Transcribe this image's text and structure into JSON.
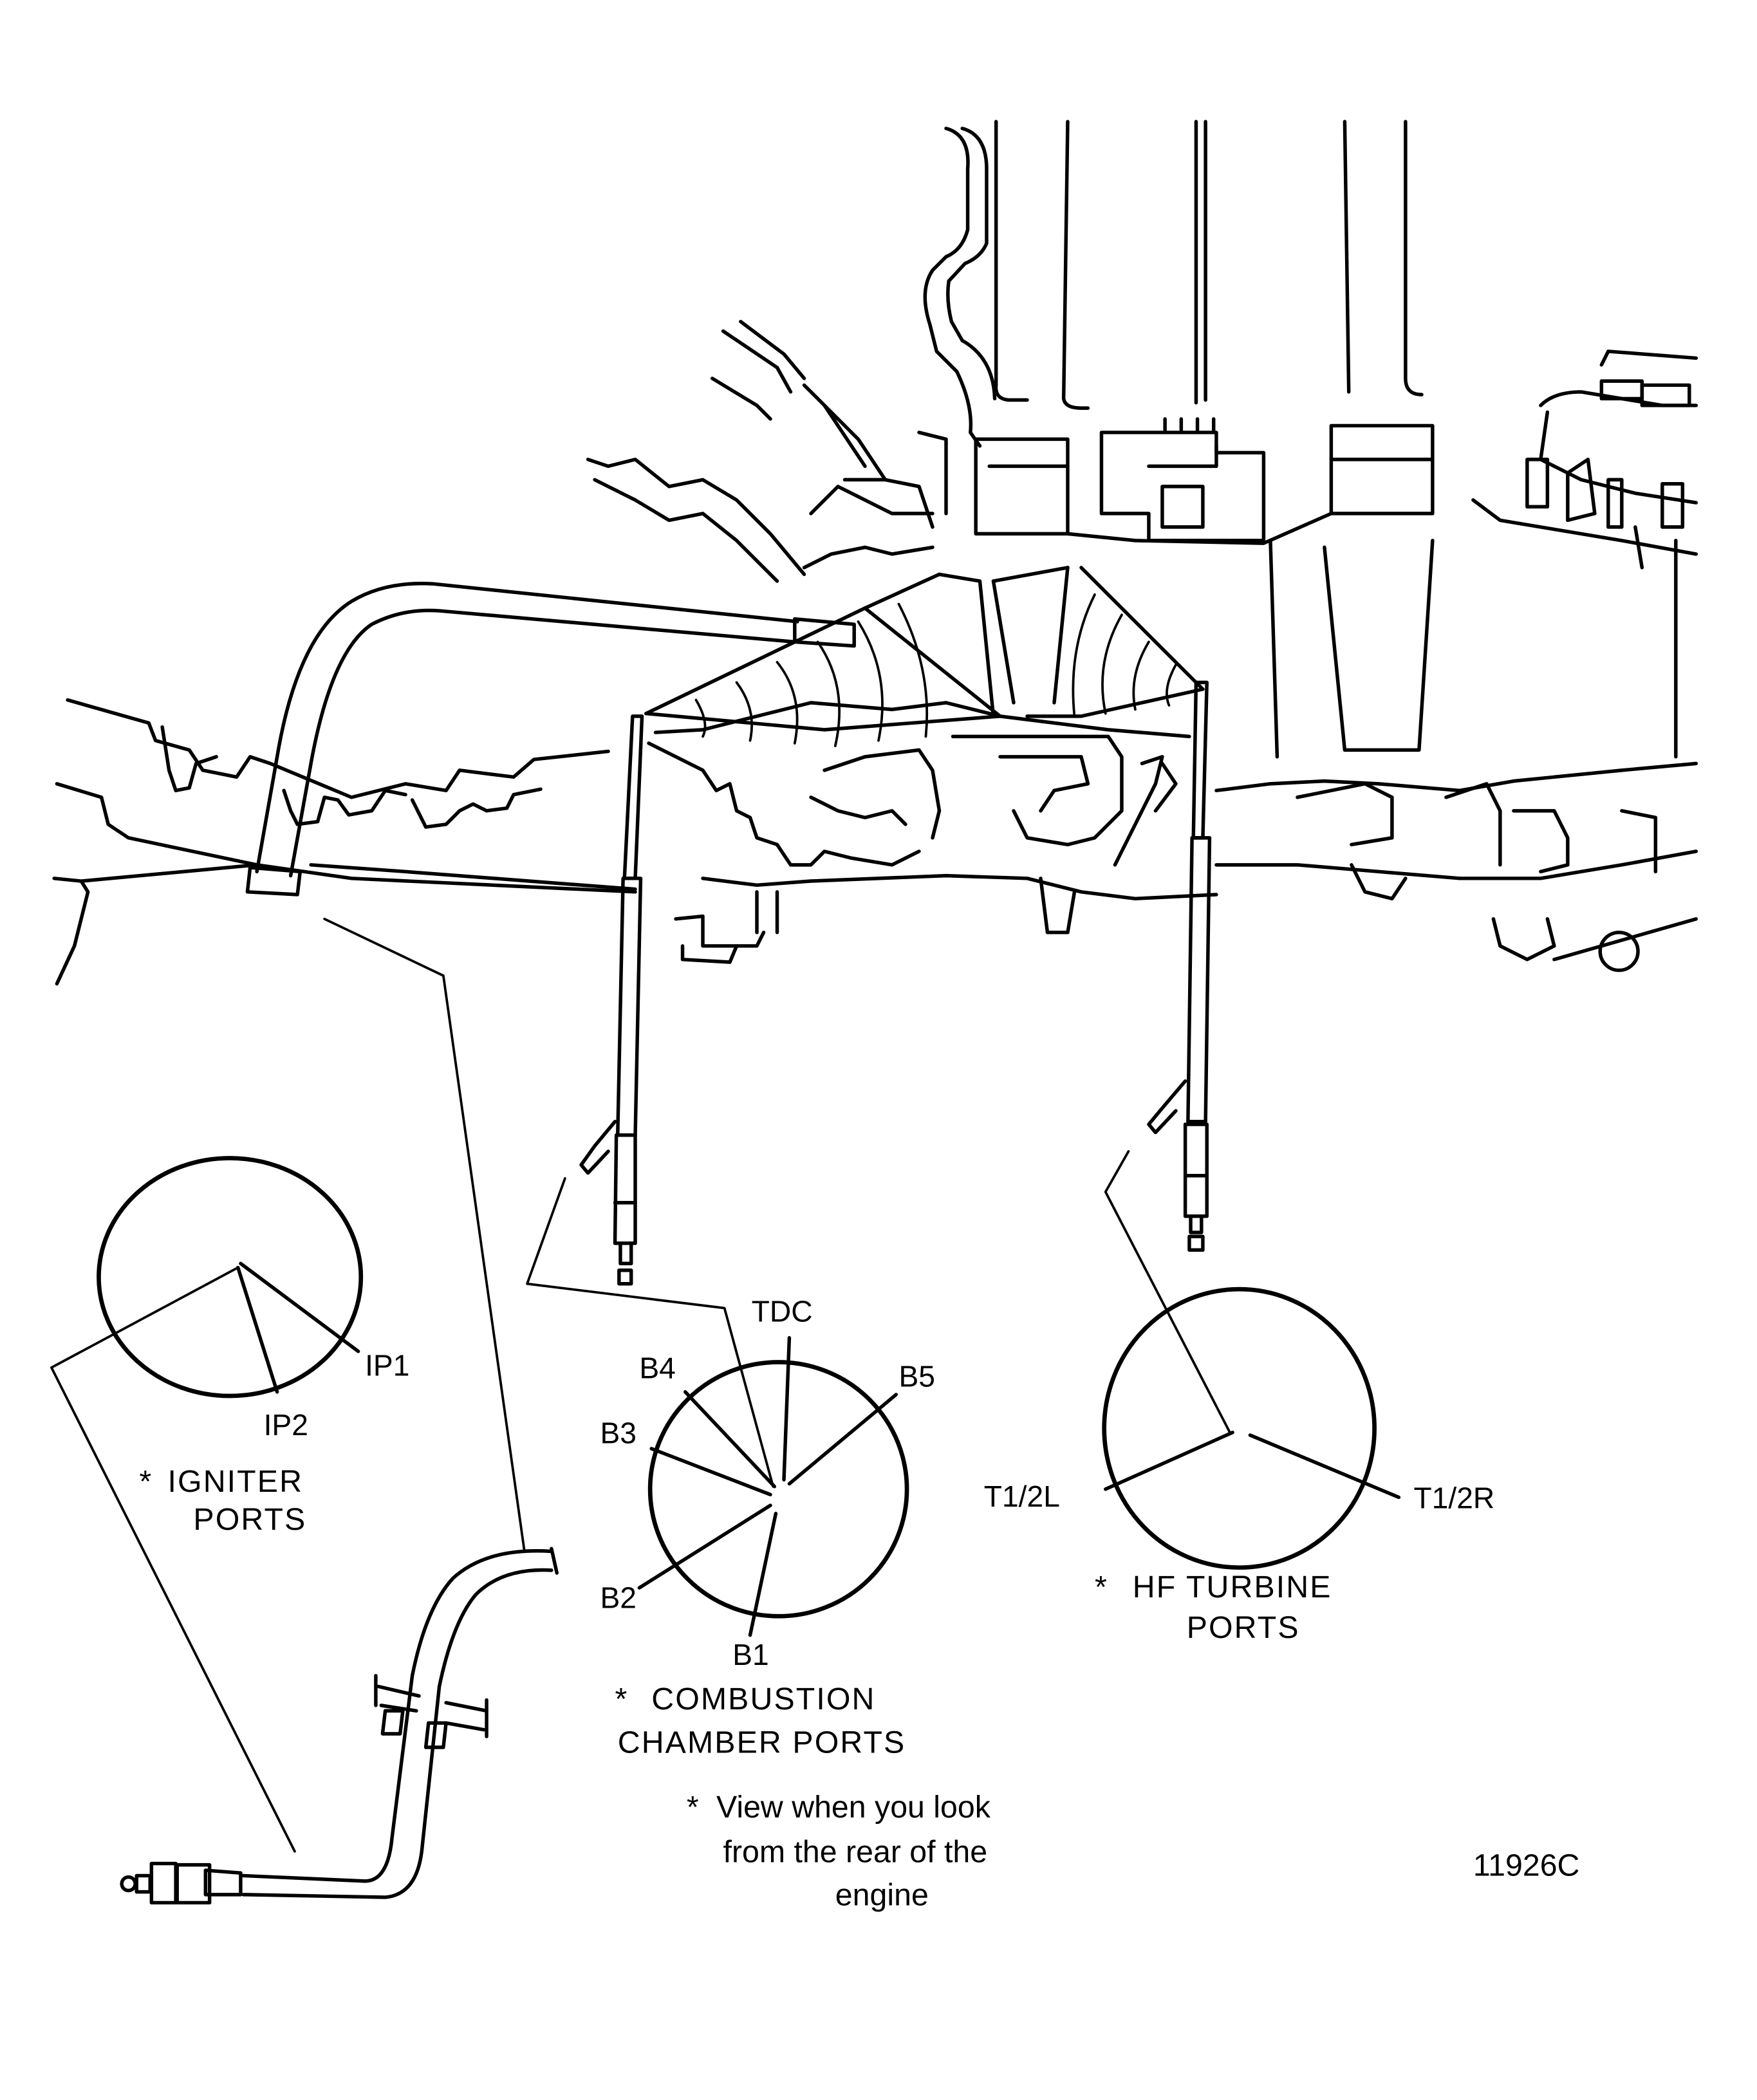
{
  "figure": {
    "id": "11926C",
    "note_lines": [
      "View when you look",
      "from the rear of the",
      "engine"
    ],
    "note_marker": "*"
  },
  "igniter_ports": {
    "title_lines": [
      "IGNITER",
      "PORTS"
    ],
    "marker": "*",
    "ports": [
      "IP1",
      "IP2"
    ]
  },
  "combustion_chamber_ports": {
    "title_lines": [
      "COMBUSTION",
      "CHAMBER PORTS"
    ],
    "marker": "*",
    "reference": "TDC",
    "ports": [
      "B1",
      "B2",
      "B3",
      "B4",
      "B5"
    ]
  },
  "hf_turbine_ports": {
    "title_lines": [
      "HF TURBINE",
      "PORTS"
    ],
    "marker": "*",
    "ports": [
      "T1/2L",
      "T1/2R"
    ]
  },
  "colors": {
    "ink": "#000000",
    "paper": "#ffffff"
  }
}
